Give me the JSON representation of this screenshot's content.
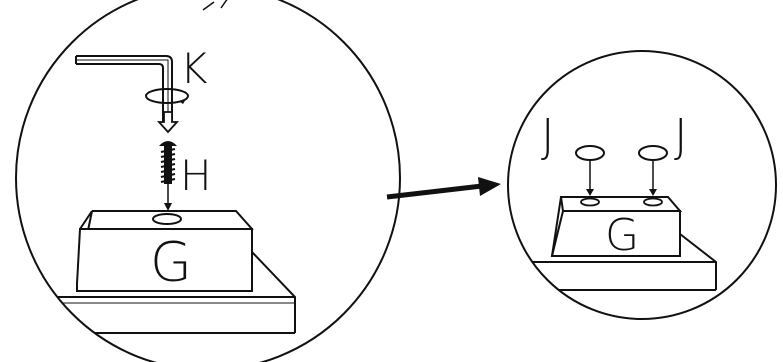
{
  "colors": {
    "stroke": "#111111",
    "background": "#ffffff"
  },
  "left_detail": {
    "tool_label": "K",
    "screw_label": "H",
    "block_label": "G"
  },
  "right_detail": {
    "cap_label_left": "J",
    "cap_label_right": "J",
    "block_label": "G"
  },
  "icons": {
    "tool": "hex-key-icon",
    "rotation": "rotate-icon",
    "flow": "arrow-right-icon"
  }
}
